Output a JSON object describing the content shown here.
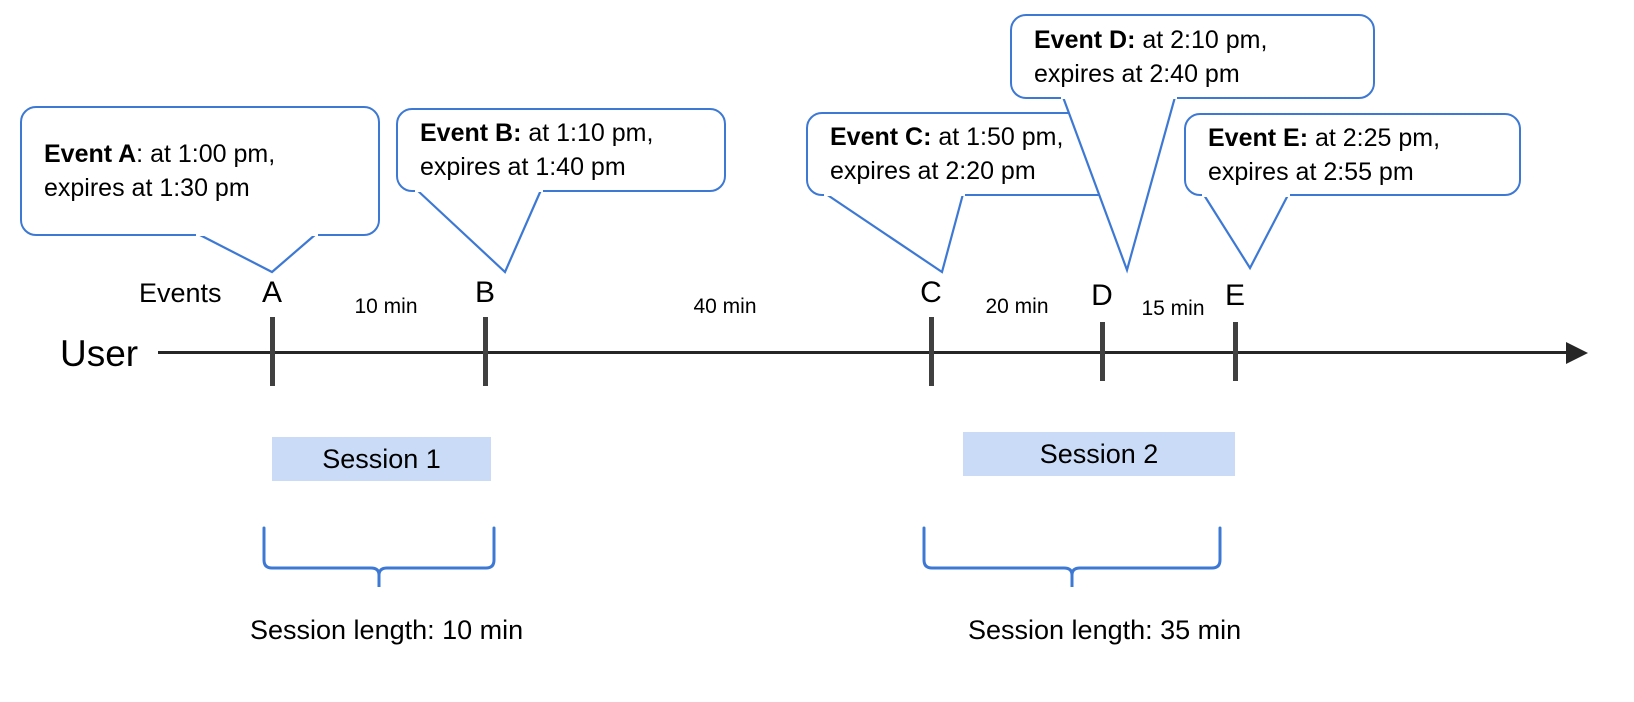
{
  "diagram": {
    "title": "User session timeline with events and expiration windows",
    "accent_color": "#3d79d4",
    "session_fill_color": "#c9dbf7",
    "axis_color": "#262626",
    "tick_color": "#404040"
  },
  "axis": {
    "row_label": "User",
    "events_label": "Events",
    "arrow_direction": "right"
  },
  "events": [
    {
      "marker": "A",
      "label_prefix": "Event A",
      "separator": ": ",
      "line1": "at 1:00 pm,",
      "line2": "expires at 1:30 pm",
      "start_time": "1:00 pm",
      "expires_time": "1:30 pm"
    },
    {
      "marker": "B",
      "label_prefix": "Event B:",
      "separator": " ",
      "line1": "at 1:10 pm,",
      "line2": "expires at 1:40 pm",
      "start_time": "1:10 pm",
      "expires_time": "1:40 pm"
    },
    {
      "marker": "C",
      "label_prefix": "Event C:",
      "separator": " ",
      "line1": "at 1:50 pm,",
      "line2": "expires at 2:20 pm",
      "start_time": "1:50 pm",
      "expires_time": "2:20 pm"
    },
    {
      "marker": "D",
      "label_prefix": "Event D:",
      "separator": " ",
      "line1": "at 2:10 pm,",
      "line2": "expires at 2:40 pm",
      "start_time": "2:10 pm",
      "expires_time": "2:40 pm"
    },
    {
      "marker": "E",
      "label_prefix": "Event E:",
      "separator": " ",
      "line1": "at 2:25 pm,",
      "line2": "expires at 2:55 pm",
      "start_time": "2:25 pm",
      "expires_time": "2:55 pm"
    }
  ],
  "intervals": [
    {
      "from": "A",
      "to": "B",
      "label": "10 min"
    },
    {
      "from": "B",
      "to": "C",
      "label": "40 min"
    },
    {
      "from": "C",
      "to": "D",
      "label": "20 min"
    },
    {
      "from": "D",
      "to": "E",
      "label": "15 min"
    }
  ],
  "sessions": [
    {
      "name": "Session 1",
      "caption": "Session length: 10 min",
      "length": "10 min"
    },
    {
      "name": "Session 2",
      "caption": "Session length: 35 min",
      "length": "35 min"
    }
  ]
}
